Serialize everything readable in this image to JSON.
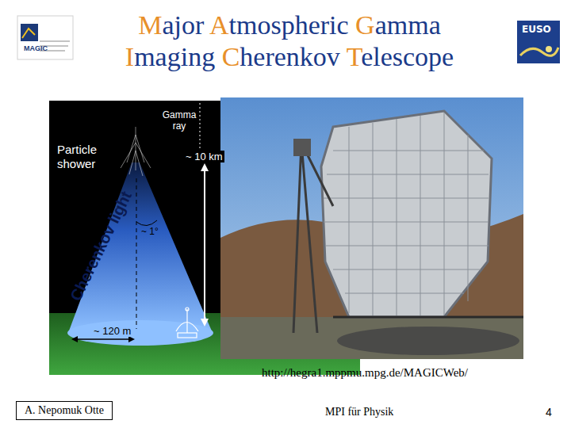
{
  "diagram": {
    "title": "Major Atmospheric Gamma Imaging Cherenkov Telescope",
    "nodes": [
      {
        "text": [
          "A. Nepomuk Otte"
        ]
      }
    ],
    "labels": [
      "MAGIC",
      "EUSO",
      "Gamma ray",
      "Particle shower",
      "~ 10 km",
      "Cherenkov light",
      "~ 1°",
      "~ 120 m",
      "http://hegra1.mppmu.mpg.de/MAGICWeb/",
      "MPI für Physik",
      "4"
    ]
  }
}
